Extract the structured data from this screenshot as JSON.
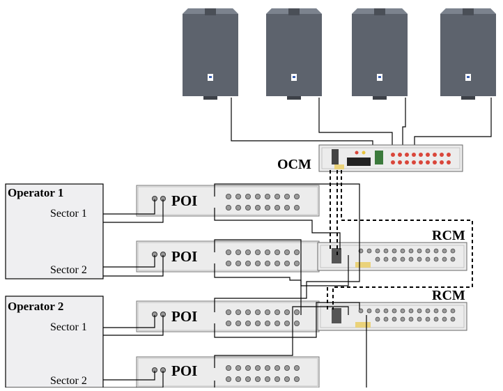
{
  "operators": [
    {
      "title": "Operator 1",
      "sectors": [
        "Sector 1",
        "Sector 2"
      ]
    },
    {
      "title": "Operator 2",
      "sectors": [
        "Sector 1",
        "Sector 2"
      ]
    }
  ],
  "poi_label": "POI",
  "ocm_label": "OCM",
  "rcm_label": "RCM",
  "remote_unit_count": 4,
  "colors": {
    "cabinet": "#5d636d",
    "cabinet_light": "#7c838e",
    "operator_box": "#efeff1",
    "rack": "#ececec",
    "connector_red": "#d9463a",
    "connector_yellow": "#ead27a",
    "line": "#000000"
  }
}
